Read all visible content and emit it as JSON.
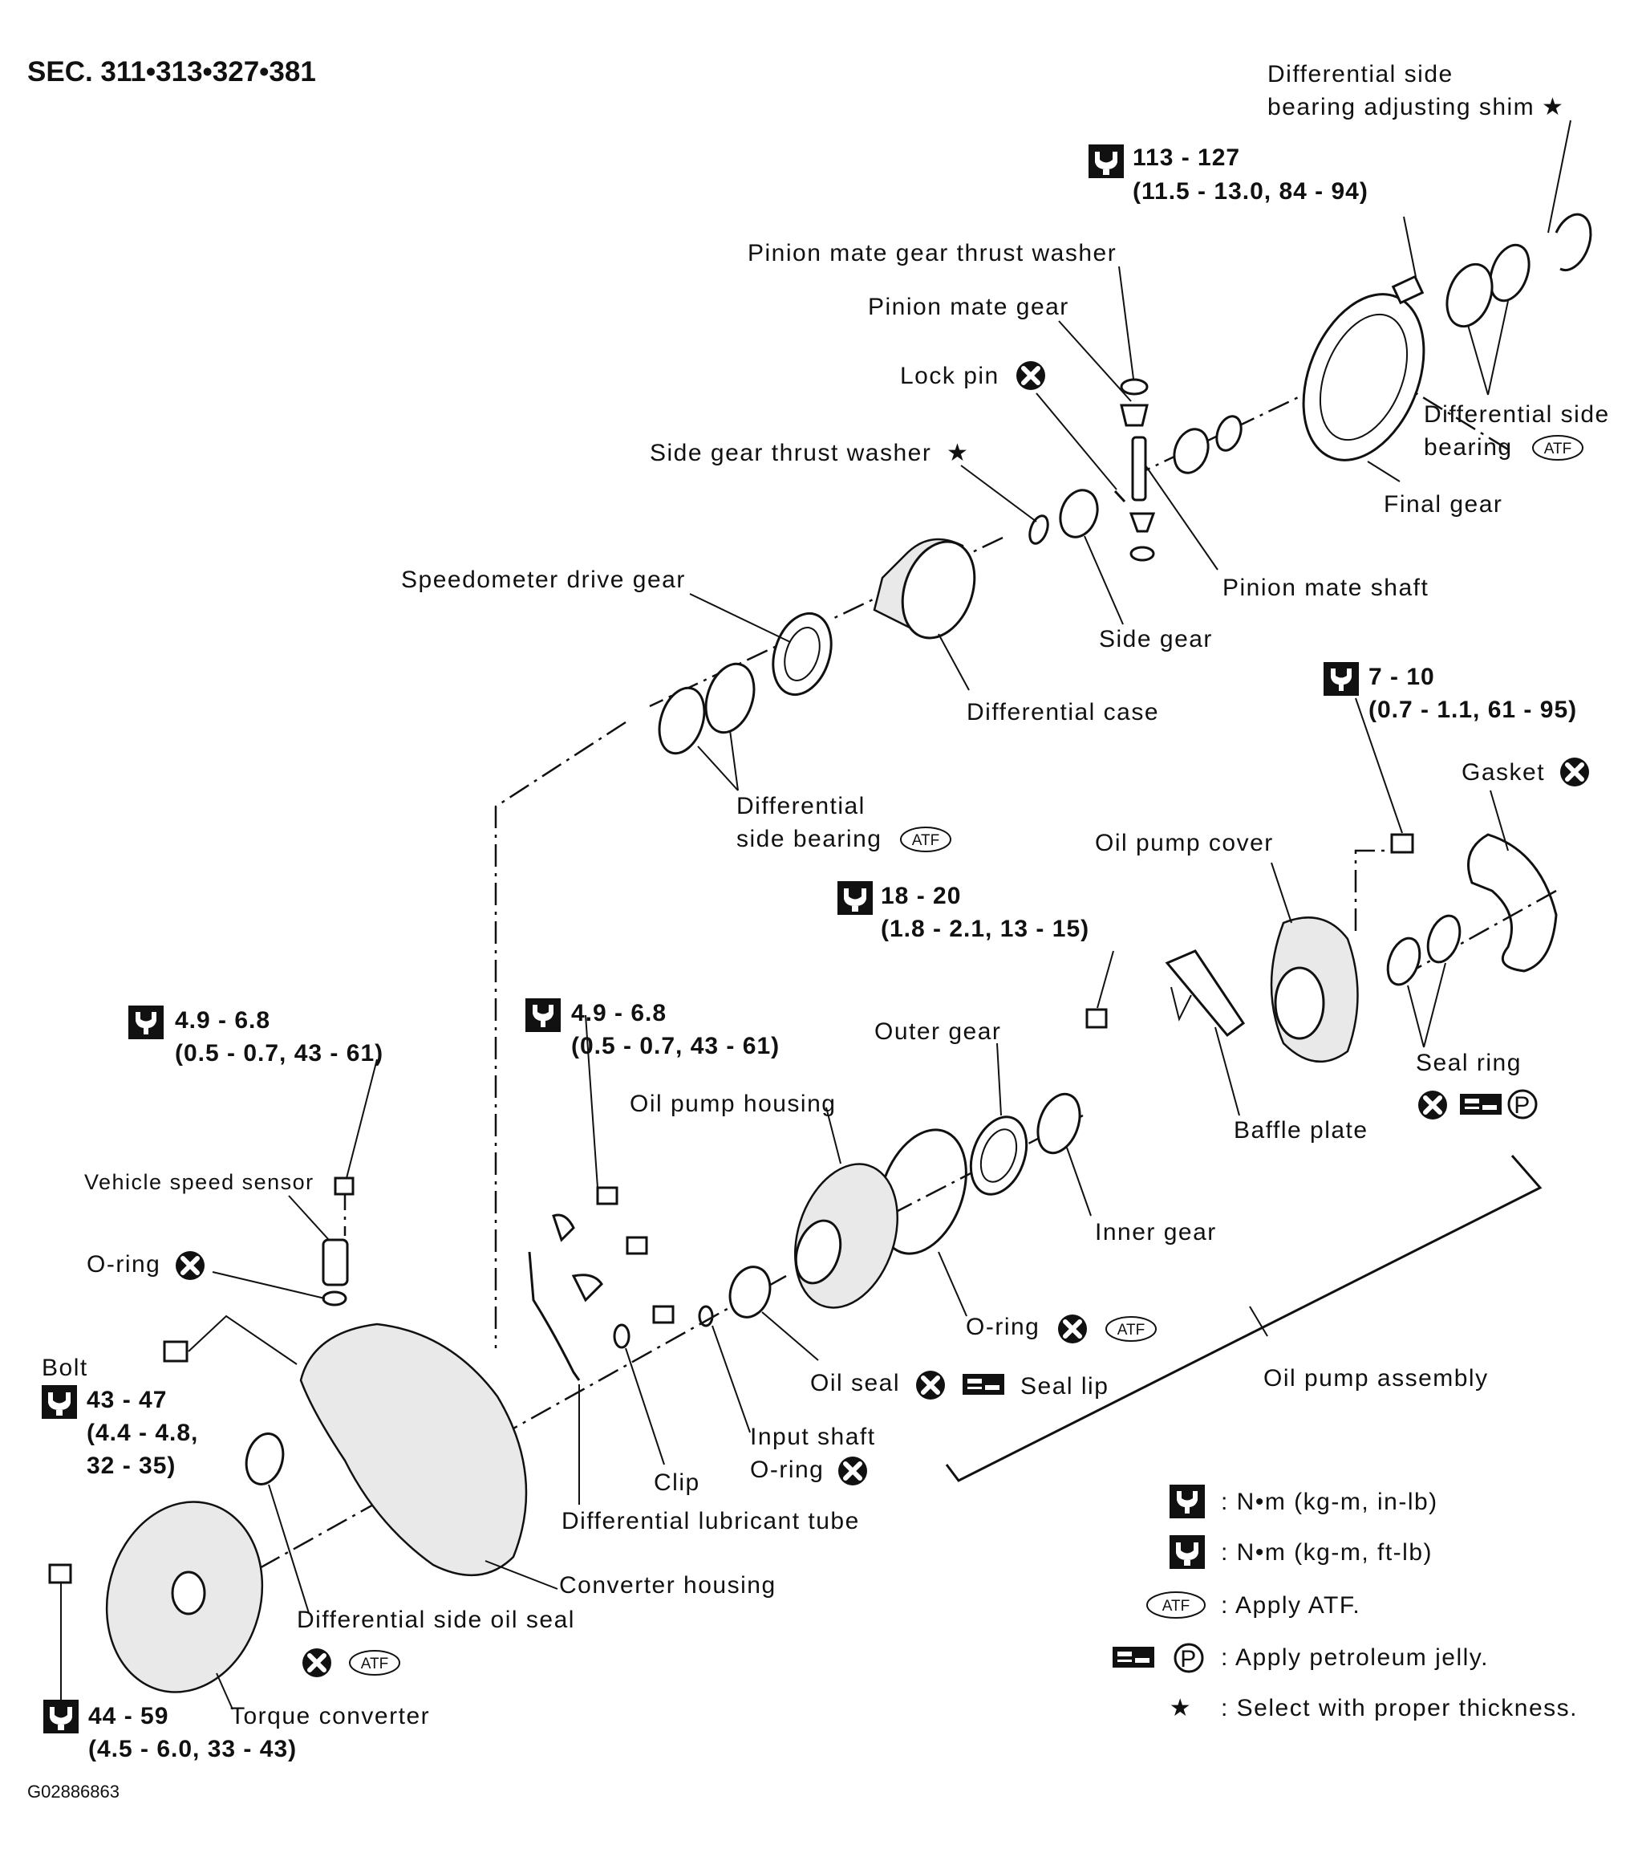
{
  "header": {
    "section": "SEC. 311•313•327•381",
    "figure_code": "G02886863"
  },
  "labels": {
    "diff_shim_1": "Differential side",
    "diff_shim_2": "bearing adjusting shim",
    "pinion_washer": "Pinion mate gear thrust washer",
    "pinion_gear": "Pinion mate gear",
    "lock_pin": "Lock pin",
    "side_washer": "Side gear thrust washer",
    "speedo": "Speedometer drive gear",
    "diff_case": "Differential case",
    "side_gear": "Side gear",
    "pinion_shaft": "Pinion mate shaft",
    "final_gear": "Final gear",
    "dsb_right_1": "Differential side",
    "dsb_right_2": "bearing",
    "dsb_left_1": "Differential",
    "dsb_left_2": "side bearing",
    "gasket": "Gasket",
    "pump_cover": "Oil pump cover",
    "seal_ring": "Seal ring",
    "baffle": "Baffle plate",
    "outer_gear": "Outer gear",
    "pump_housing": "Oil pump housing",
    "inner_gear": "Inner gear",
    "oring_pump": "O-ring",
    "pump_assy": "Oil pump assembly",
    "oil_seal": "Oil seal",
    "seal_lip": "Seal lip",
    "input_1": "Input shaft",
    "input_2": "O-ring",
    "clip": "Clip",
    "lube_tube": "Differential lubricant tube",
    "conv_housing": "Converter housing",
    "diff_oil_seal": "Differential side oil seal",
    "torque_conv": "Torque converter",
    "vss": "Vehicle speed sensor",
    "oring_vss": "O-ring",
    "bolt": "Bolt"
  },
  "torques": {
    "t1_a": "113 - 127",
    "t1_b": "(11.5 - 13.0, 84 - 94)",
    "t2_a": "7 - 10",
    "t2_b": "(0.7 - 1.1, 61 - 95)",
    "t3_a": "18 - 20",
    "t3_b": "(1.8 - 2.1, 13 - 15)",
    "t4_a": "4.9 - 6.8",
    "t4_b": "(0.5 - 0.7, 43 - 61)",
    "t5_a": "4.9 - 6.8",
    "t5_b": "(0.5 - 0.7, 43 - 61)",
    "t6_a": "43 - 47",
    "t6_b": "(4.4 - 4.8,",
    "t6_c": "32 - 35)",
    "t7_a": "44 - 59",
    "t7_b": "(4.5 - 6.0, 33 - 43)"
  },
  "symbols": {
    "atf": "ATF",
    "star": "★",
    "p": "P"
  },
  "legend": [
    {
      "text": ": N•m (kg-m, in-lb)"
    },
    {
      "text": ": N•m (kg-m, ft-lb)"
    },
    {
      "text": ": Apply ATF."
    },
    {
      "text": ": Apply petroleum jelly."
    },
    {
      "text": ": Select with proper thickness."
    }
  ]
}
